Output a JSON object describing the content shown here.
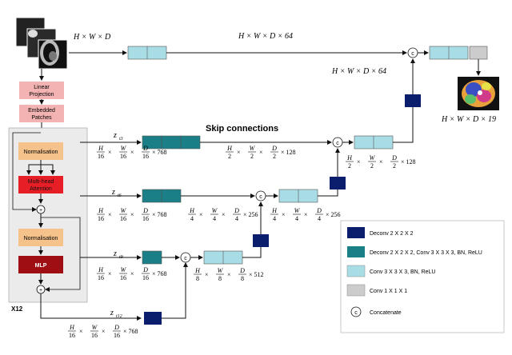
{
  "colors": {
    "deconv": "#0b1e6e",
    "deconv_conv": "#1a7f86",
    "conv": "#a9dde6",
    "conv1": "#cccccc",
    "linear": "#f3b3b3",
    "norm": "#f6c28b",
    "attn": "#e81e26",
    "mlp": "#9e0e12",
    "transformer_bg": "#ebebeb"
  },
  "encoder": {
    "linear_projection": "Linear Projection",
    "embedded_patches": "Embedded Patches",
    "normalisation_1": "Normalisation",
    "multi_head_attention": "Multi-head Attention",
    "normalisation_2": "Normalisation",
    "mlp": "MLP",
    "repeat_label": "X12",
    "plus": "+"
  },
  "labels": {
    "input_dims": "H × W × D",
    "top_dims": "H × W × D × 64",
    "mid_dims": "H × W × D × 64",
    "output_dims": "H × W × D × 19",
    "skip_connections": "Skip connections",
    "concat_symbol": "c"
  },
  "skips": {
    "z3": {
      "sym": "z",
      "sub": "t3",
      "dims": "768"
    },
    "z6": {
      "sym": "z",
      "sub": "t6",
      "dims": "768"
    },
    "z9": {
      "sym": "z",
      "sub": "t9",
      "dims": "768"
    },
    "z12": {
      "sym": "z",
      "sub": "t12",
      "dims": "768"
    }
  },
  "dims": {
    "half": {
      "num1": "H",
      "den1": "2",
      "num2": "W",
      "den2": "2",
      "num3": "D",
      "den3": "2",
      "ch": "128"
    },
    "quarter": {
      "num1": "H",
      "den1": "4",
      "num2": "W",
      "den2": "4",
      "num3": "D",
      "den3": "4",
      "ch": "256"
    },
    "eighth": {
      "num1": "H",
      "den1": "8",
      "num2": "W",
      "den2": "8",
      "num3": "D",
      "den3": "8",
      "ch": "512"
    },
    "sixteenth": {
      "num1": "H",
      "den1": "16",
      "num2": "W",
      "den2": "16",
      "num3": "D",
      "den3": "16",
      "ch": "768"
    },
    "half_right": {
      "ch": "128"
    },
    "quarter_right": {
      "ch": "256"
    }
  },
  "legend": {
    "items": [
      {
        "key": "deconv",
        "label": "Deconv 2 X 2 X 2"
      },
      {
        "key": "deconv_conv",
        "label": "Deconv 2 X 2 X 2, Conv 3 X 3 X 3, BN, ReLU"
      },
      {
        "key": "conv",
        "label": "Conv 3 X 3 X 3, BN, ReLU"
      },
      {
        "key": "conv1",
        "label": "Conv 1 X 1 X 1"
      },
      {
        "key": "concat",
        "label": "Concatenate"
      }
    ]
  }
}
